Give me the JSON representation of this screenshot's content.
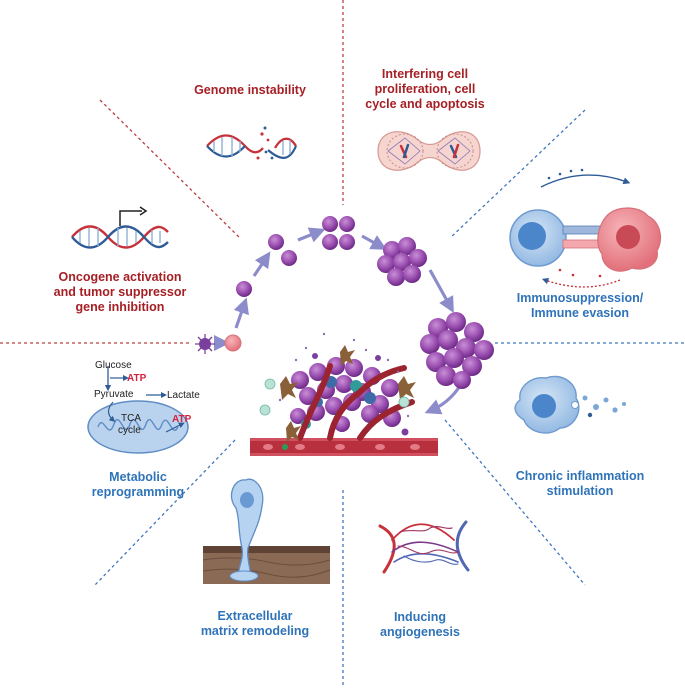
{
  "labels": {
    "genome_instability": "Genome instability",
    "interfering_cell": "Interfering cell\nproliferation, cell\ncycle and apoptosis",
    "oncogene": "Oncogene activation\nand tumor suppressor\ngene inhibition",
    "immunosuppression": "Immunosuppression/\nImmune evasion",
    "metabolic": "Metabolic\nreprogramming",
    "chronic_inflammation": "Chronic inflammation\nstimulation",
    "ecm": "Extracellular\nmatrix remodeling",
    "angiogenesis": "Inducing\nangiogenesis"
  },
  "metabolism": {
    "glucose": "Glucose",
    "pyruvate": "Pyruvate",
    "lactate": "Lactate",
    "atp": "ATP",
    "tca": "TCA",
    "cycle": "cycle"
  },
  "colors": {
    "red_label": "#a51f24",
    "blue_label": "#2f73b9",
    "cell_purple": "#8e3fa3",
    "arrow": "#8d8ccb"
  }
}
